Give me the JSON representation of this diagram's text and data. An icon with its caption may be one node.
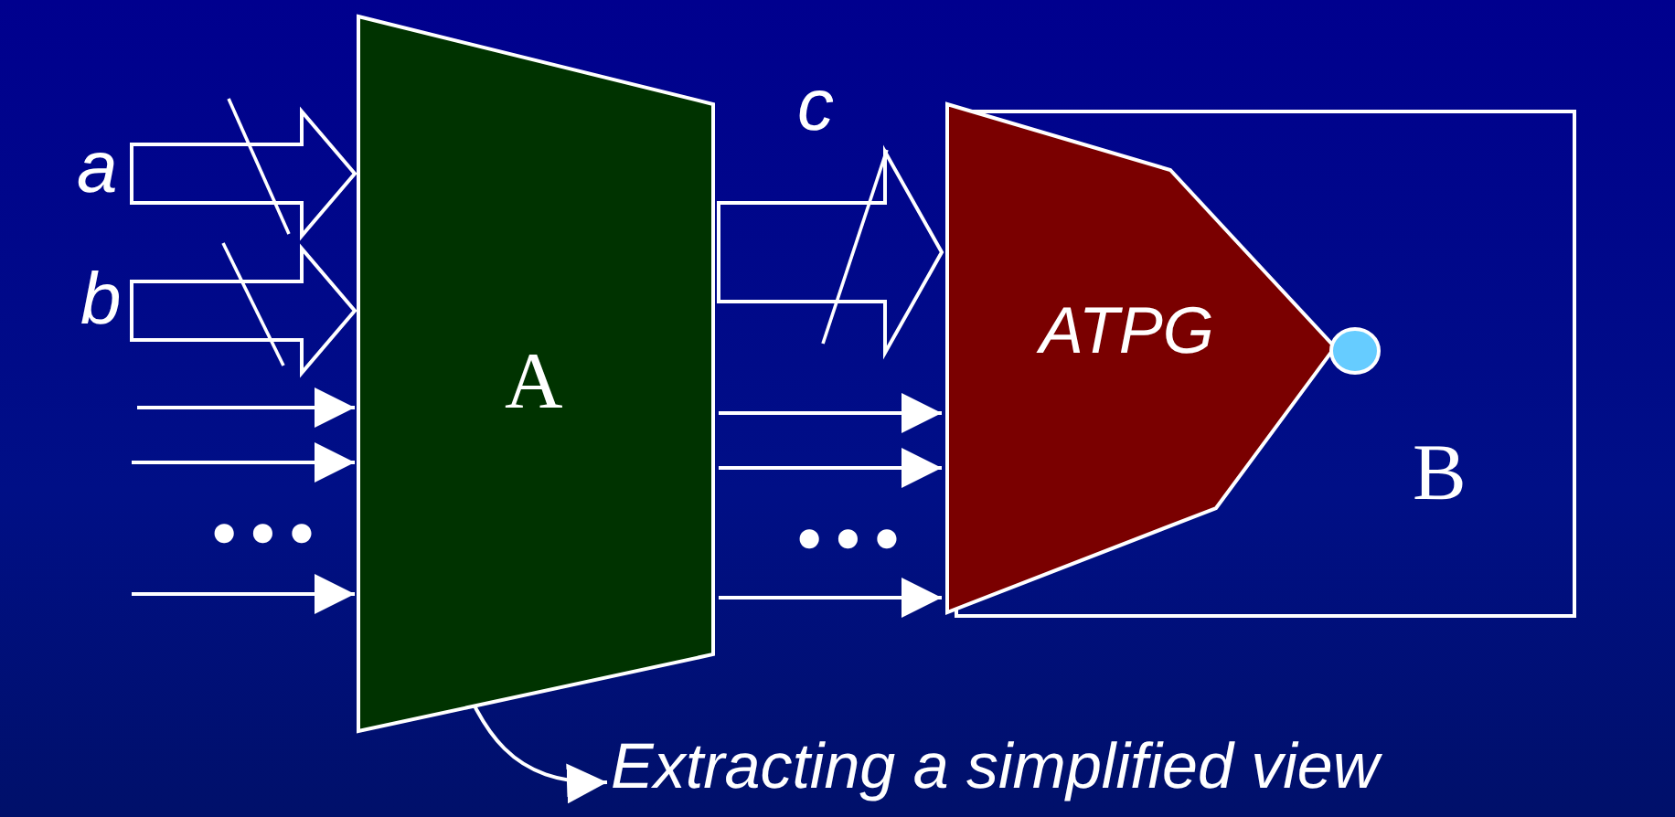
{
  "diagram": {
    "nodes": [
      {
        "text": [
          "A"
        ]
      },
      {
        "text": [
          "B"
        ]
      },
      {
        "text": [
          "ATPG"
        ],
        "in": 1
      },
      {
        "text": [],
        "shape": "circle",
        "in": 1
      },
      {
        "text": [
          "Extracting a simplified view"
        ]
      }
    ],
    "edges": [
      {
        "from": null,
        "to": 0,
        "arrow": "to",
        "label": "a",
        "style": "thick"
      },
      {
        "from": null,
        "to": 0,
        "arrow": "to",
        "label": "b",
        "style": "thick"
      },
      {
        "from": null,
        "to": 0,
        "arrow": "to"
      },
      {
        "from": null,
        "to": 0,
        "arrow": "to"
      },
      {
        "from": null,
        "to": 0,
        "arrow": "to"
      },
      {
        "from": 0,
        "to": 2,
        "arrow": "to",
        "label": "c",
        "style": "thick"
      },
      {
        "from": 0,
        "to": 2,
        "arrow": "to"
      },
      {
        "from": 0,
        "to": 2,
        "arrow": "to"
      },
      {
        "from": 0,
        "to": 2,
        "arrow": "to"
      },
      {
        "from": 0,
        "to": 4,
        "arrow": "to"
      }
    ],
    "labels": [
      "•••",
      "•••"
    ]
  }
}
